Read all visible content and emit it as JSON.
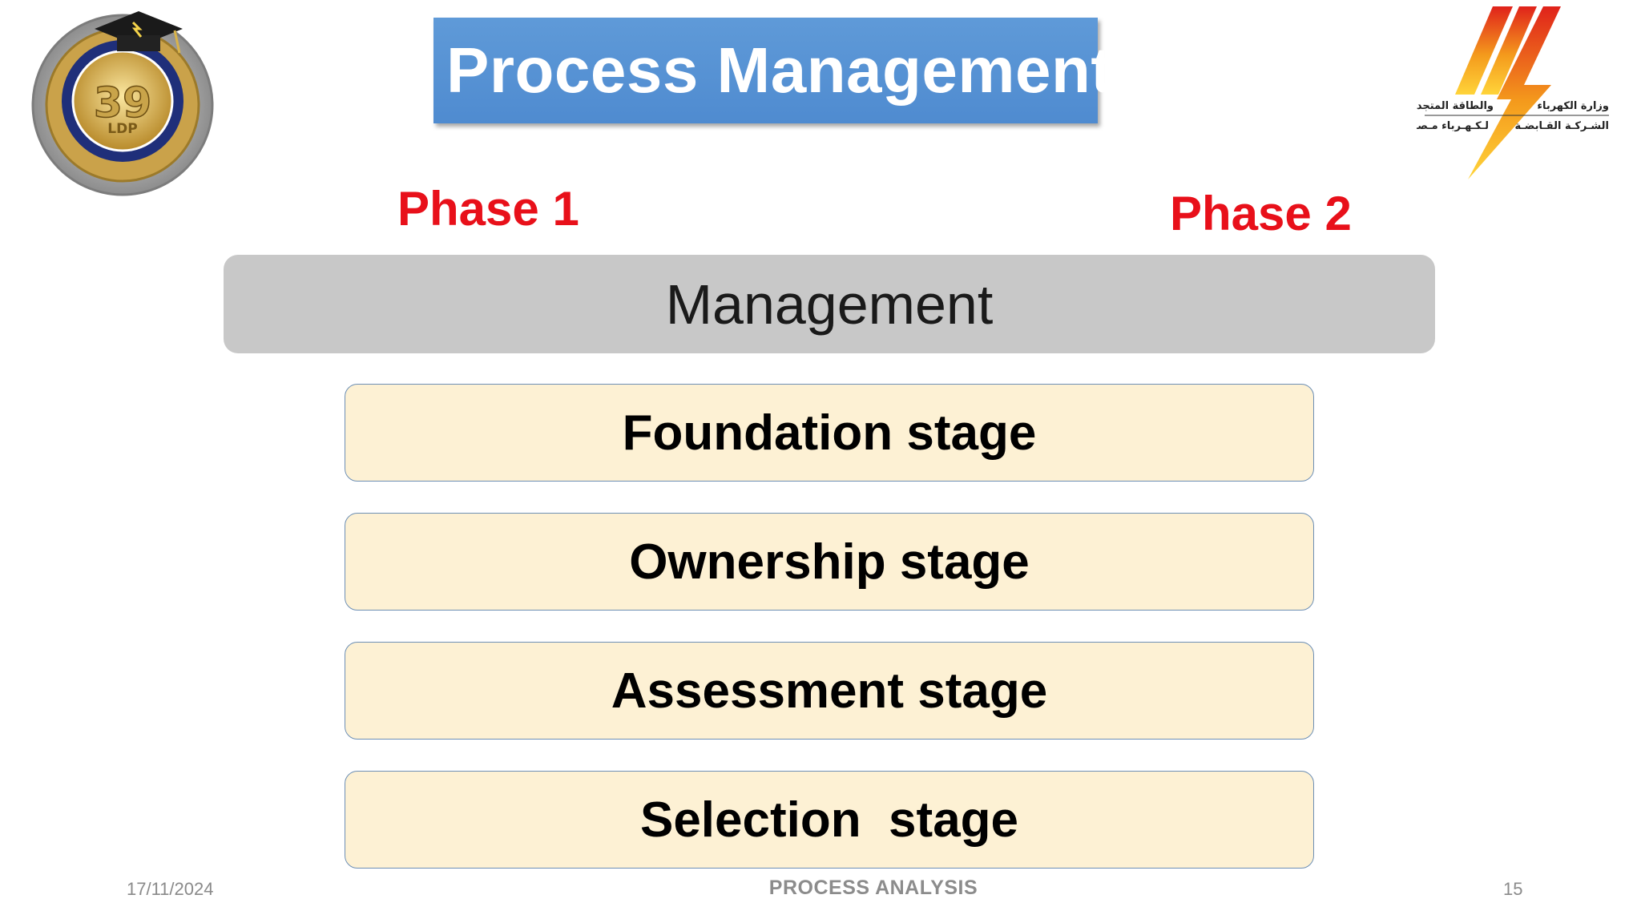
{
  "slide": {
    "title": "Process Management",
    "phase_1": "Phase 1",
    "phase_2": "Phase 2",
    "management_label": "Management",
    "stages": [
      "Foundation stage",
      "Ownership stage",
      "Assessment stage",
      "Selection  stage"
    ]
  },
  "footer": {
    "date": "17/11/2024",
    "center": "PROCESS ANALYSIS",
    "page_number": "15"
  },
  "logos": {
    "left": {
      "icon": "ldp-39-emblem-icon",
      "number": "39",
      "caption": "LDP"
    },
    "right": {
      "icon": "ministry-electricity-lightning-icon",
      "line_1_right": "وزارة الكهرباء",
      "line_1_left": "والطاقة المتجددة",
      "line_2_right": "الشـركـة القـابضـة",
      "line_2_left": "لـكـهـرباء مـصـر"
    }
  },
  "colors": {
    "title_bg": "#5b96d6",
    "phase_text": "#e8101a",
    "management_bg": "#c8c8c8",
    "stage_bg": "#fdf1d4",
    "stage_border": "#6d8fb5"
  }
}
